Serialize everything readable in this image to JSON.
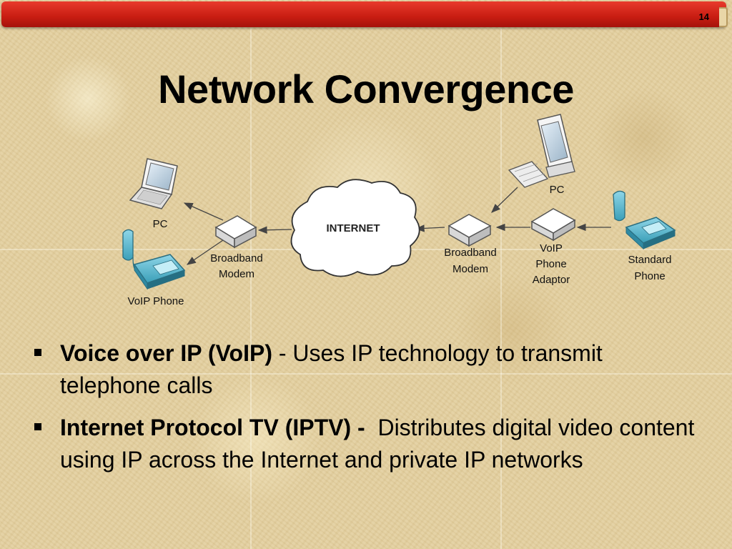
{
  "slide_number": "14",
  "title": "Network Convergence",
  "diagram": {
    "left_pc": "PC",
    "left_modem": [
      "Broadband",
      "Modem"
    ],
    "voip_phone": "VoIP Phone",
    "internet": "INTERNET",
    "right_modem": [
      "Broadband",
      "Modem"
    ],
    "right_pc": "PC",
    "adaptor": [
      "VoIP",
      "Phone",
      "Adaptor"
    ],
    "standard_phone": [
      "Standard",
      "Phone"
    ]
  },
  "bullets": [
    {
      "term": "Voice over IP (VoIP)",
      "text": " - Uses IP technology to transmit telephone calls"
    },
    {
      "term": "Internet Protocol TV (IPTV) -",
      "text": "  Distributes digital video content using IP across the Internet and private IP networks"
    }
  ]
}
